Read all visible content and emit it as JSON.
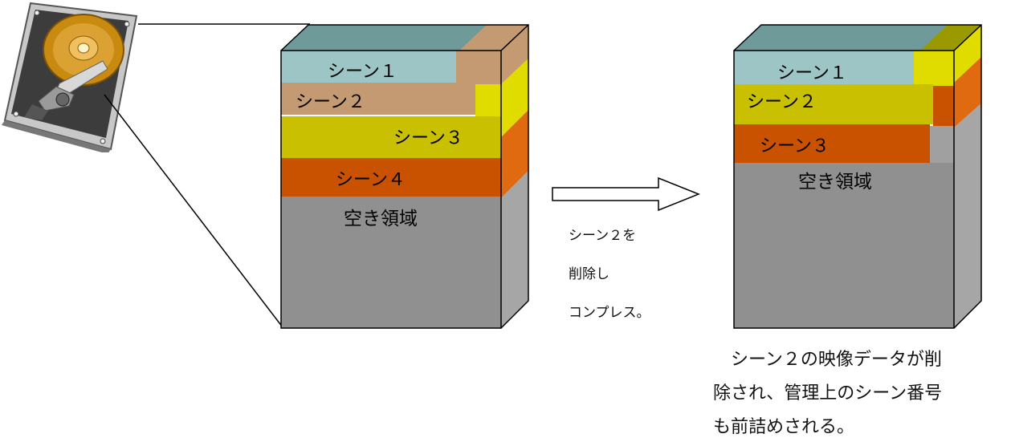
{
  "colors": {
    "scene1": "#9ec5c5",
    "scene2": "#c49a72",
    "scene3": "#c8c000",
    "scene4": "#c85200",
    "free": "#909090",
    "top": "#6e9a9a",
    "side_yellow": "#e0dc00",
    "side_orange": "#e06a10",
    "side_gray": "#a6a6a6"
  },
  "before": {
    "segments": [
      "シーン１",
      "シーン２",
      "シーン３",
      "シーン４"
    ],
    "free": "空き領域"
  },
  "action": {
    "lines": [
      "シーン２を",
      "削除し",
      "コンプレス。"
    ]
  },
  "after": {
    "segments": [
      "シーン１",
      "シーン２",
      "シーン３"
    ],
    "free": "空き領域",
    "note": [
      "シーン２の映像データが削",
      "除され、管理上のシーン番号",
      "も前詰めされる。"
    ]
  },
  "icons": {
    "disk": "hard-drive-icon",
    "arrow": "right-arrow-icon"
  }
}
